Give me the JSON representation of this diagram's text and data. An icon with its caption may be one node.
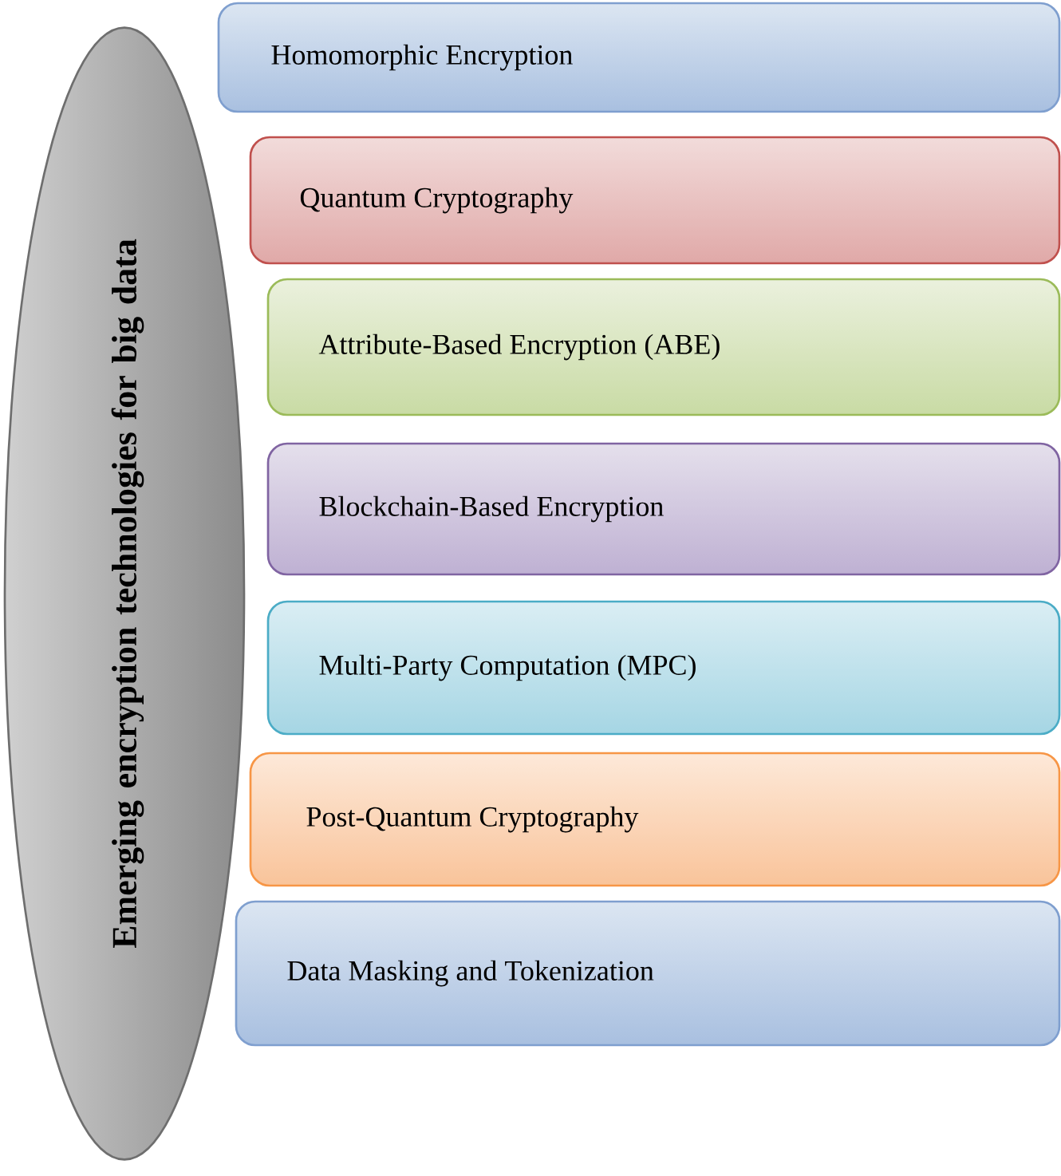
{
  "diagram": {
    "nodes": [
      {
        "text": [
          "Emerging encryption technologies for big data"
        ]
      },
      {
        "text": [
          "Homomorphic Encryption"
        ]
      },
      {
        "text": [
          "Quantum Cryptography"
        ]
      },
      {
        "text": [
          "Attribute-Based Encryption (ABE)"
        ]
      },
      {
        "text": [
          "Blockchain-Based Encryption"
        ]
      },
      {
        "text": [
          "Multi-Party Computation (MPC)"
        ]
      },
      {
        "text": [
          "Post-Quantum Cryptography"
        ]
      },
      {
        "text": [
          "Data Masking and Tokenization"
        ]
      }
    ]
  }
}
